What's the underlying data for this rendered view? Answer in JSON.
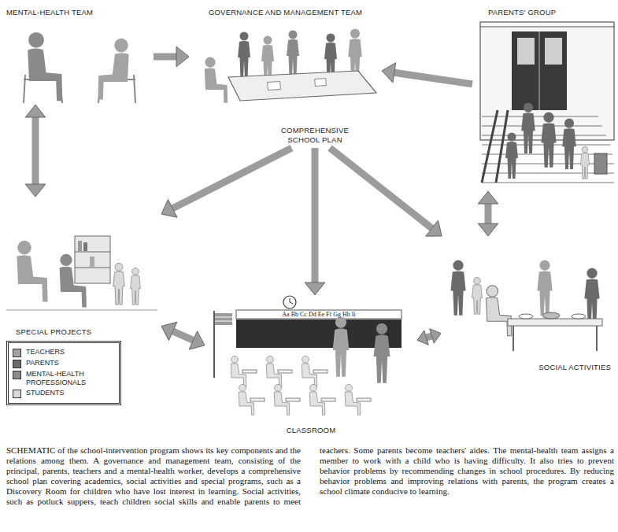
{
  "diagram": {
    "caption": "SCHEMATIC of the school-intervention program shows its key components and the relations among them. A governance and management team, consisting of the principal, parents, teachers and a mental-health worker, develops a comprehensive school plan covering academics, social activities and special programs, such as a Discovery Room for children who have lost interest in learning. Social activities, such as potluck suppers, teach children social skills and enable parents to meet teachers. Some parents become teachers' aides. The mental-health team assigns a member to work with a child who is having difficulty. It also tries to prevent behavior problems by recommending changes in school procedures. By reducing behavior problems and improving relations with parents, the program creates a school climate conducive to learning.",
    "nodes": [
      {
        "text": [
          "MENTAL-HEALTH TEAM"
        ]
      },
      {
        "text": [
          "GOVERNANCE AND MANAGEMENT TEAM"
        ]
      },
      {
        "text": [
          "PARENTS' GROUP"
        ]
      },
      {
        "text": [
          "COMPREHENSIVE SCHOOL PLAN"
        ]
      },
      {
        "text": [
          "SPECIAL PROJECTS"
        ]
      },
      {
        "text": [
          "CLASSROOM"
        ]
      },
      {
        "text": [
          "SOCIAL ACTIVITIES"
        ]
      }
    ],
    "edges": [
      {
        "from": 0,
        "to": 1,
        "arrow": "to"
      },
      {
        "from": 2,
        "to": 1,
        "arrow": "to"
      },
      {
        "from": 0,
        "to": 4,
        "arrow": "both"
      },
      {
        "from": 2,
        "to": 6,
        "arrow": "both"
      },
      {
        "from": 1,
        "to": 3,
        "arrow": "both"
      },
      {
        "from": 3,
        "to": 4,
        "arrow": "to"
      },
      {
        "from": 3,
        "to": 5,
        "arrow": "to"
      },
      {
        "from": 3,
        "to": 6,
        "arrow": "to"
      },
      {
        "from": 4,
        "to": 5,
        "arrow": "both"
      },
      {
        "from": 6,
        "to": 5,
        "arrow": "both"
      }
    ],
    "labels": [
      "Aa Bb Cc Dd Ee Ff Gg Hh Ii"
    ],
    "legend": [
      {
        "text": "TEACHERS",
        "color": "#a3a3a3"
      },
      {
        "text": "PARENTS",
        "color": "#6b6b6b"
      },
      {
        "text": "MENTAL-HEALTH PROFESSIONALS",
        "color": "#8a8a8a"
      },
      {
        "text": "STUDENTS",
        "color": "#d9d9d9"
      }
    ]
  }
}
